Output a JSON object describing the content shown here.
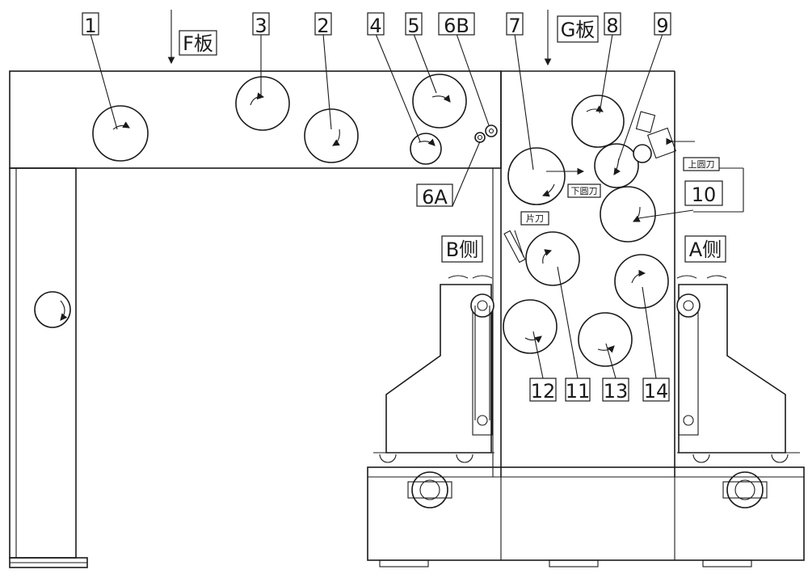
{
  "labels": {
    "r1": "1",
    "r2": "2",
    "r3": "3",
    "r4": "4",
    "r5": "5",
    "r6a": "6A",
    "r6b": "6B",
    "r7": "7",
    "r8": "8",
    "r9": "9",
    "r10": "10",
    "r11": "11",
    "r12": "12",
    "r13": "13",
    "r14": "14",
    "plate_f": "F板",
    "plate_g": "G板",
    "side_b": "B侧",
    "side_a": "A侧",
    "upper_knife": "上圆刀",
    "lower_knife": "下圆刀",
    "blade": "片刀"
  },
  "colors": {
    "line": "#1a1a1a",
    "background": "#ffffff"
  }
}
